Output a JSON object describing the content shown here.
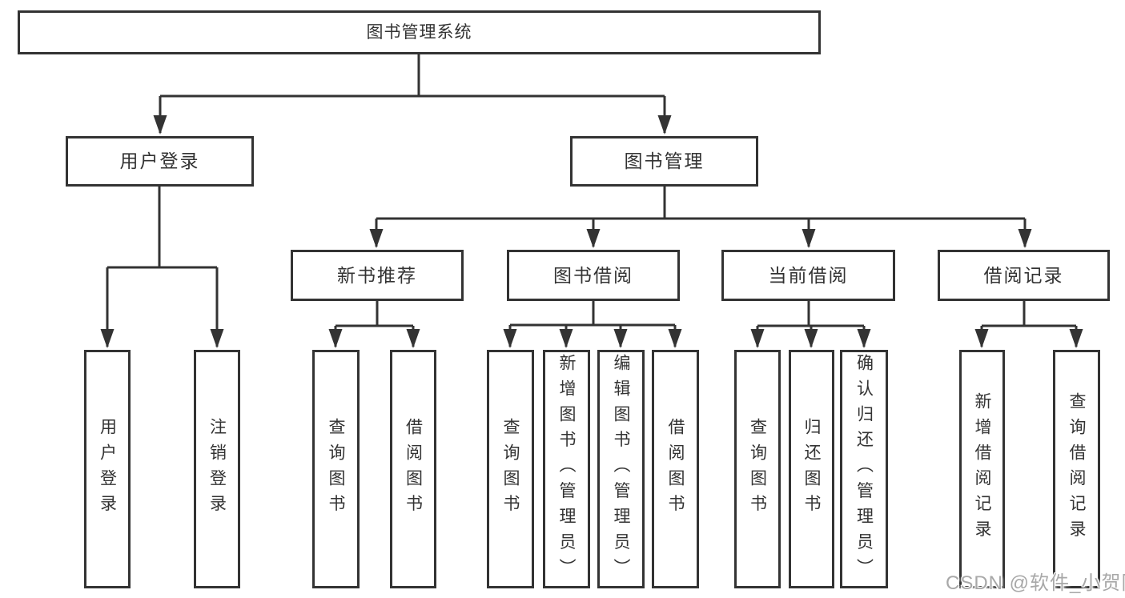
{
  "tree": {
    "root": "图书管理系统",
    "branches": [
      {
        "label": "用户登录",
        "leaves": [
          {
            "label": "用户登录"
          },
          {
            "label": "注销登录"
          }
        ]
      },
      {
        "label": "图书管理",
        "modules": [
          {
            "label": "新书推荐",
            "leaves": [
              {
                "label": "查询图书"
              },
              {
                "label": "借阅图书"
              }
            ]
          },
          {
            "label": "图书借阅",
            "leaves": [
              {
                "label": "查询图书"
              },
              {
                "label": "新增图书（管理员）"
              },
              {
                "label": "编辑图书（管理员）"
              },
              {
                "label": "借阅图书"
              }
            ]
          },
          {
            "label": "当前借阅",
            "leaves": [
              {
                "label": "查询图书"
              },
              {
                "label": "归还图书"
              },
              {
                "label": "确认归还（管理员）"
              }
            ]
          },
          {
            "label": "借阅记录",
            "leaves": [
              {
                "label": "新增借阅记录"
              },
              {
                "label": "查询借阅记录"
              }
            ]
          }
        ]
      }
    ]
  },
  "watermark": {
    "text": "CSDN @软件_小贺同学"
  },
  "colors": {
    "line": "#333333",
    "text": "#333333",
    "box_background": "#ffffff",
    "watermark": "#a8a8a8"
  }
}
